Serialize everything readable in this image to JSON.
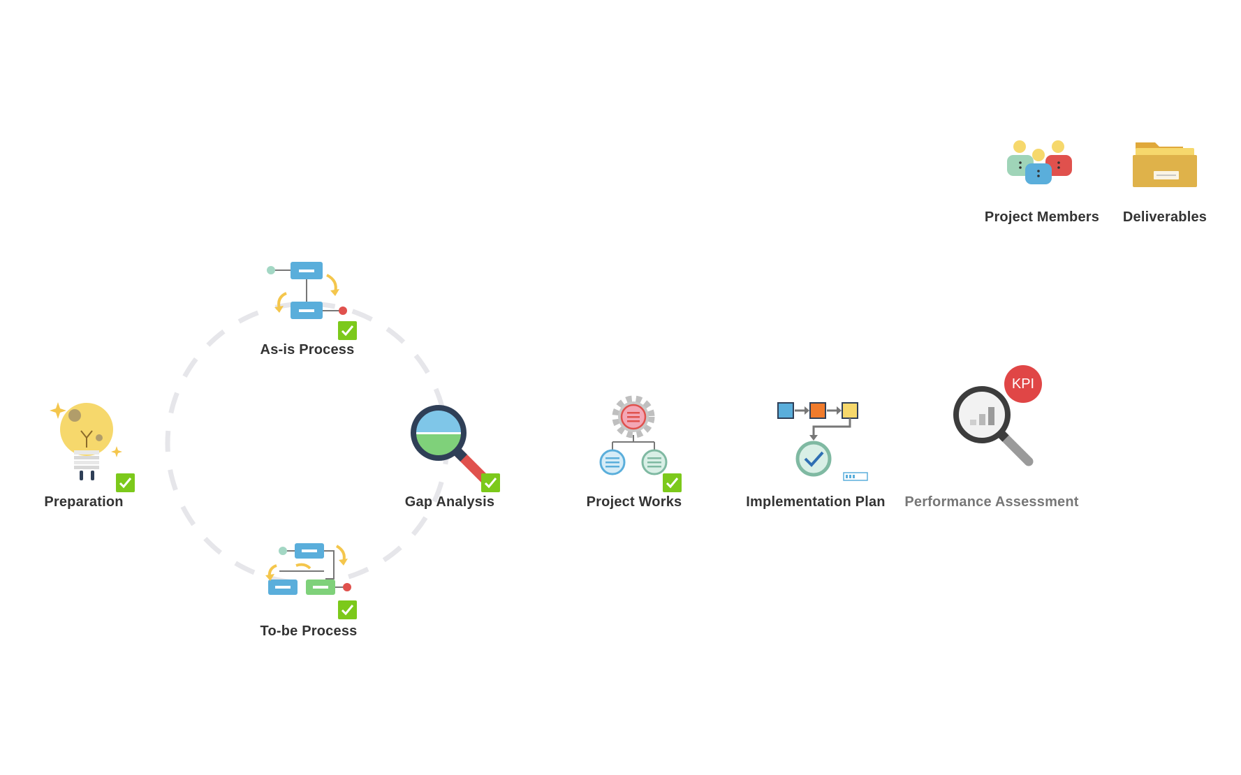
{
  "colors": {
    "accent_check": "#7cc91b",
    "label": "#333333",
    "label_muted": "#777777",
    "blue": "#5aaedb",
    "green": "#7fd17a",
    "yellow": "#f4c64c",
    "red": "#e0514d",
    "kpi_red": "#e04646",
    "ring": "#e6e6ea"
  },
  "header": {
    "members_label": "Project Members",
    "deliverables_label": "Deliverables"
  },
  "steps": {
    "preparation": {
      "label": "Preparation",
      "completed": true,
      "icon": "lightbulb-icon"
    },
    "as_is": {
      "label": "As-is Process",
      "completed": true,
      "icon": "process-flow-icon"
    },
    "to_be": {
      "label": "To-be Process",
      "completed": true,
      "icon": "process-flow-icon"
    },
    "gap": {
      "label": "Gap Analysis",
      "completed": true,
      "icon": "magnifier-icon"
    },
    "works": {
      "label": "Project Works",
      "completed": true,
      "icon": "gear-hierarchy-icon"
    },
    "impl": {
      "label": "Implementation Plan",
      "completed": false,
      "icon": "plan-flow-icon"
    },
    "perf": {
      "label": "Performance Assessment",
      "completed": false,
      "icon": "kpi-magnifier-icon",
      "badge": "KPI"
    }
  }
}
